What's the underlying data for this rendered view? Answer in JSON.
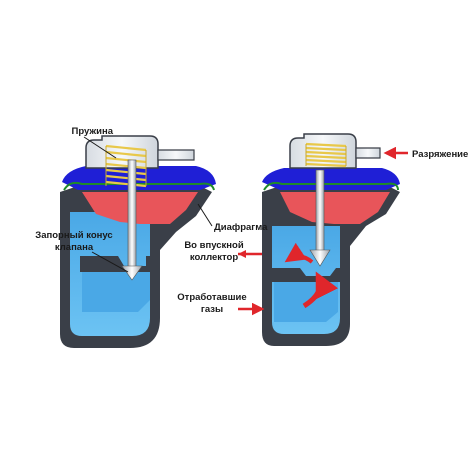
{
  "labels": {
    "spring": "Пружина",
    "cone_line1": "Запорный конус",
    "cone_line2": "клапана",
    "diaphragm": "Диафрагма",
    "vacuum": "Разряжение",
    "intake_line1": "Во впускной",
    "intake_line2": "коллектор",
    "exhaust_line1": "Отработавшие",
    "exhaust_line2": "газы"
  },
  "colors": {
    "housing_dark": "#3a3f48",
    "housing_mid": "#707882",
    "chamber_blue": "#1f1fd6",
    "chamber_red": "#e8555a",
    "water_blue": "#57b6ef",
    "spring_gold": "#e8c84a",
    "cap_light": "#e9ecef",
    "diaphragm_green": "#1f8a2a",
    "arrow_red": "#e0262b"
  }
}
